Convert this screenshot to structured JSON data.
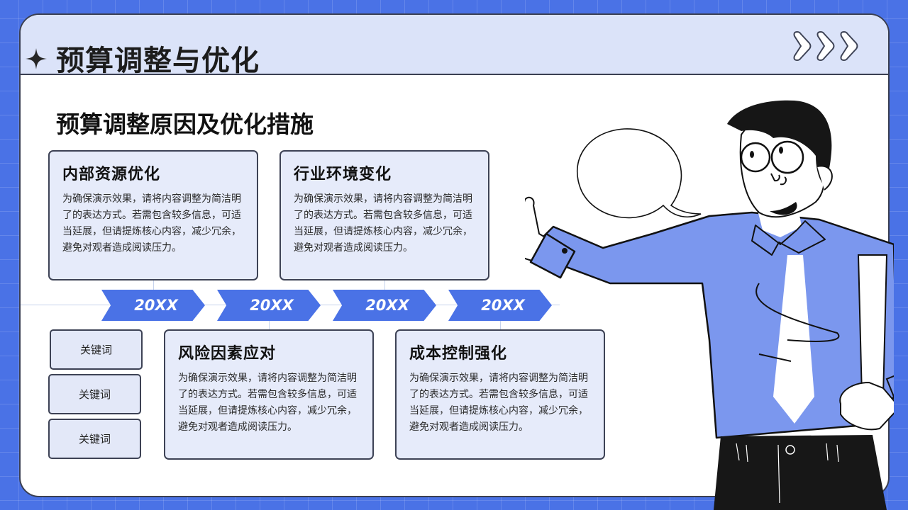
{
  "header": {
    "title": "预算调整与优化",
    "left_icon": "four-point-star-icon",
    "right_icon": "triple-chevron-right-icon"
  },
  "section": {
    "title": "预算调整原因及优化措施"
  },
  "cards": [
    {
      "title": "内部资源优化",
      "body": "为确保演示效果，请将内容调整为简洁明了的表达方式。若需包含较多信息，可适当延展，但请提炼核心内容，减少冗余，避免对观者造成阅读压力。"
    },
    {
      "title": "行业环境变化",
      "body": "为确保演示效果，请将内容调整为简洁明了的表达方式。若需包含较多信息，可适当延展，但请提炼核心内容，减少冗余，避免对观者造成阅读压力。"
    },
    {
      "title": "风险因素应对",
      "body": "为确保演示效果，请将内容调整为简洁明了的表达方式。若需包含较多信息，可适当延展，但请提炼核心内容，减少冗余，避免对观者造成阅读压力。"
    },
    {
      "title": "成本控制强化",
      "body": "为确保演示效果，请将内容调整为简洁明了的表达方式。若需包含较多信息，可适当延展，但请提炼核心内容，减少冗余，避免对观者造成阅读压力。"
    }
  ],
  "timeline": [
    {
      "label": "20XX"
    },
    {
      "label": "20XX"
    },
    {
      "label": "20XX"
    },
    {
      "label": "20XX"
    }
  ],
  "keywords": [
    "关键词",
    "关键词",
    "关键词"
  ],
  "illustration": {
    "subject": "presenter-man-with-speech-bubble",
    "shirt_color": "#7b97ee"
  },
  "colors": {
    "accent": "#4a72e6",
    "header_bg": "#dbe3f9",
    "card_bg": "#e6ebfa",
    "border": "#3d4255"
  }
}
